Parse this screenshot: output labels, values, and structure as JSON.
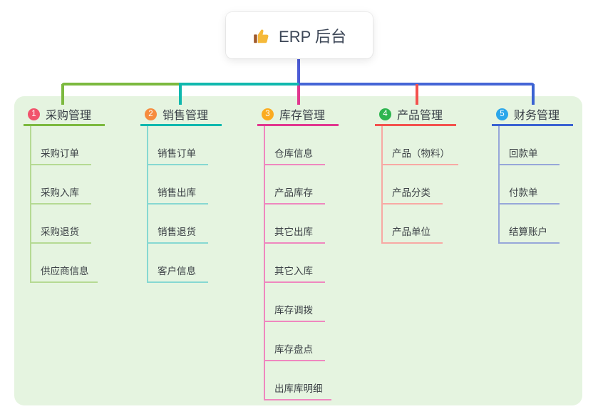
{
  "root": {
    "label": "ERP 后台",
    "icon": "thumbs-up-icon"
  },
  "branches": [
    {
      "num": "1",
      "label": "采购管理",
      "badge_color": "#f1536c",
      "line_color": "#7cb93f",
      "soft_color": "#b5da93",
      "children": [
        "采购订单",
        "采购入库",
        "采购退货",
        "供应商信息"
      ]
    },
    {
      "num": "2",
      "label": "销售管理",
      "badge_color": "#f68c3f",
      "line_color": "#10b8ae",
      "soft_color": "#86d8d2",
      "children": [
        "销售订单",
        "销售出库",
        "销售退货",
        "客户信息"
      ]
    },
    {
      "num": "3",
      "label": "库存管理",
      "badge_color": "#fbab1f",
      "line_color": "#e1378f",
      "soft_color": "#ef87bf",
      "children": [
        "仓库信息",
        "产品库存",
        "其它出库",
        "其它入库",
        "库存调拨",
        "库存盘点",
        "出库库明细"
      ]
    },
    {
      "num": "4",
      "label": "产品管理",
      "badge_color": "#2db54f",
      "line_color": "#f3524e",
      "soft_color": "#f8a9a4",
      "children": [
        "产品（物料）",
        "产品分类",
        "产品单位"
      ]
    },
    {
      "num": "5",
      "label": "财务管理",
      "badge_color": "#2ba6ea",
      "line_color": "#3a63d2",
      "soft_color": "#97a7d9",
      "children": [
        "回款单",
        "付款单",
        "结算账户"
      ]
    }
  ],
  "connectors": {
    "root_vertical": "#4d5cd6",
    "bus_left_outer": "#7cb93f",
    "bus_left_inner": "#10b8ae",
    "bus_right": "#4565d6",
    "drop_branch1": "#7cb93f",
    "drop_branch2": "#10b8ae",
    "drop_branch3": "#e1378f",
    "drop_branch4": "#f3524e",
    "drop_branch5": "#3a63d2"
  },
  "canvas": {
    "background": "#ffffff",
    "panel_background": "#e5f4e0"
  }
}
